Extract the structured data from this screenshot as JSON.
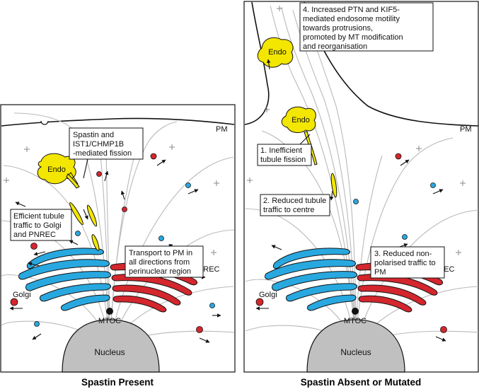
{
  "left_panel": {
    "caption": "Spastin Present",
    "pm_label": "PM",
    "endo_label": "Endo",
    "golgi_label": "Golgi",
    "pnrec_label": "PNREC",
    "mtoc_label": "MTOC",
    "nucleus_label": "Nucleus",
    "callout_fission": [
      "Spastin and",
      "IST1/CHMP1B",
      "-mediated fission"
    ],
    "callout_efficient": [
      "Efficient tubule",
      "traffic to Golgi",
      "and PNREC"
    ],
    "callout_transport": [
      "Transport to PM in",
      "all directions from",
      "perinuclear region"
    ]
  },
  "right_panel": {
    "caption": "Spastin Absent or Mutated",
    "pm_label": "PM",
    "endo_label_top": "Endo",
    "endo_label_mid": "Endo",
    "golgi_label": "Golgi",
    "pnrec_label": "PNREC",
    "mtoc_label": "MTOC",
    "nucleus_label": "Nucleus",
    "callout_1": [
      "1. Inefficient",
      "tubule fission"
    ],
    "callout_2": [
      "2. Reduced tubule",
      "traffic to centre"
    ],
    "callout_3": [
      "3. Reduced non-",
      "polarised traffic to",
      "PM"
    ],
    "callout_4": [
      "4. Increased PTN and KIF5-",
      "mediated endosome motility",
      "towards protrusions,",
      "promoted by MT modification",
      "and reorganisation"
    ]
  },
  "colors": {
    "golgi": "#29a8e0",
    "pnrec": "#d4262d",
    "endosome": "#f3e600",
    "microtubule": "#b9b9b9",
    "nucleus": "#c0c0c0"
  }
}
